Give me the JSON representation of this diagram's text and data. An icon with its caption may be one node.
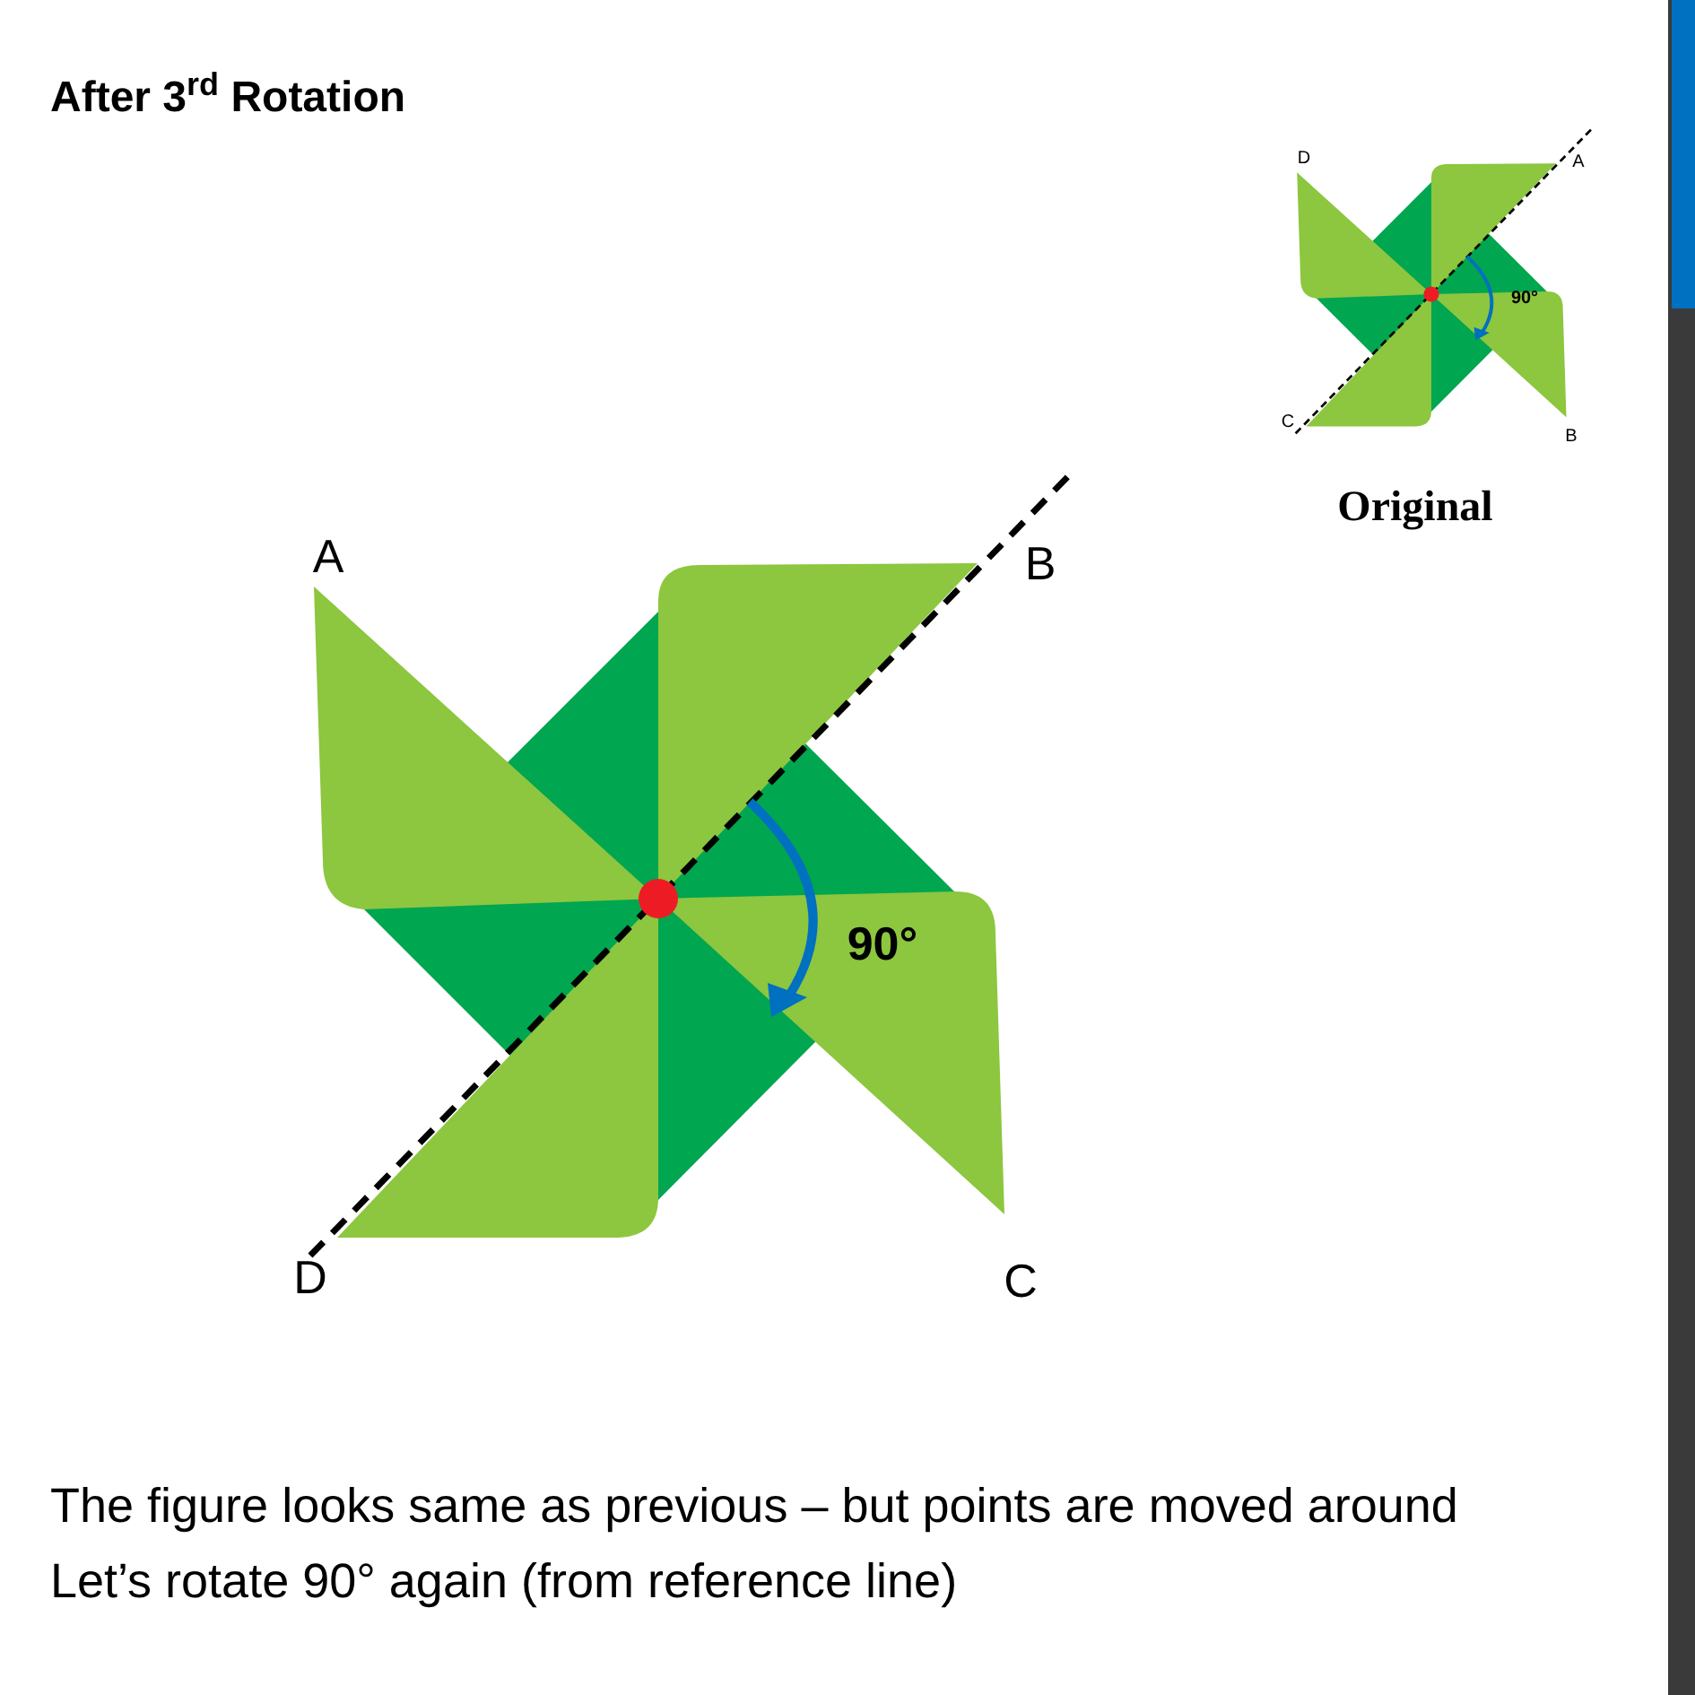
{
  "diagram": {
    "title": "After 3$^{rd}$ Rotation",
    "labels": [
      "A",
      "B",
      "90°",
      "D",
      "C",
      "D",
      "A",
      "90°",
      "C",
      "B",
      "Original",
      "The figure looks same as previous – but points are moved around",
      "Let’s rotate 90° again (from reference line)"
    ]
  }
}
